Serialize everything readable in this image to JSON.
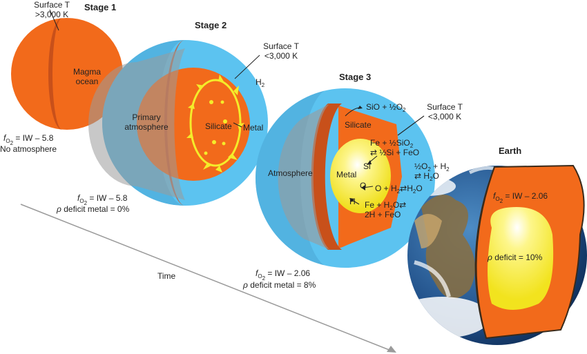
{
  "colors": {
    "magma": "#f26a1b",
    "magma_dark": "#c8501a",
    "atmosphere": "#5cc3f0",
    "atmosphere_inner": "#9a9a9a",
    "metal": "#f4ec2a",
    "arrow": "#9a9a9a"
  },
  "stage1": {
    "title": "Stage 1",
    "surface_t_line1": "Surface T",
    "surface_t_line2": ">3,000 K",
    "ocean_line1": "Magma",
    "ocean_line2": "ocean",
    "fo2_rest": " = IW – 5.8",
    "no_atmosphere": "No atmosphere"
  },
  "stage2": {
    "title": "Stage 2",
    "surface_t_line1": "Surface T",
    "surface_t_line2": "<3,000 K",
    "h2": "H",
    "h2_sub": "2",
    "primary_line1": "Primary",
    "primary_line2": "atmosphere",
    "silicate": "Silicate",
    "metal": "Metal",
    "fo2_rest": " = IW – 5.8",
    "rho_deficit": "deficit metal = 0%"
  },
  "stage3": {
    "title": "Stage 3",
    "sio_eq": "SiO + ½O",
    "surface_t_line1": "Surface T",
    "surface_t_line2": "<3,000 K",
    "silicate": "Silicate",
    "atmosphere": "Atmosphere",
    "metal": "Metal",
    "si": "Si",
    "o": "O",
    "h": "H",
    "rx1_line1": "Fe + ½SiO",
    "rx1_line2": "⇄ ½Si + FeO",
    "rx2_line1": "½O",
    "rx2_line1b": " + H",
    "rx2_line2": "⇄ H",
    "rx2_line2b": "O",
    "rx3": "O + H",
    "rx3b": "⇄H",
    "rx3c": "O",
    "rx4_line1": "Fe + H",
    "rx4_line1b": "O⇄",
    "rx4_line2": "2H + FeO",
    "fo2_rest": " = IW – 2.06",
    "rho_deficit": "deficit metal = 8%"
  },
  "earth": {
    "title": "Earth",
    "fo2_rest": " = IW – 2.06",
    "rho_deficit": "deficit = 10%"
  },
  "time_label": "Time",
  "fo2_symbol": "f",
  "fo2_sub": "O",
  "fo2_subsub": "2",
  "rho_symbol": "ρ"
}
